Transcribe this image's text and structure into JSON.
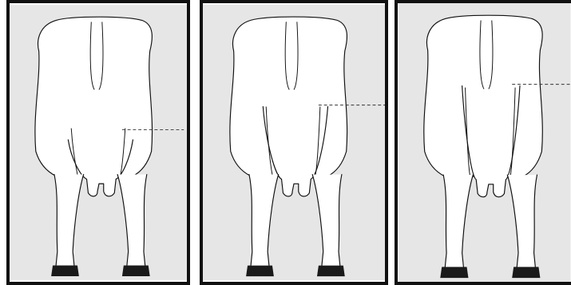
{
  "figure": {
    "background_color": "#e6e6e6",
    "frame_color": "#111111",
    "outline_color": "#111111",
    "body_fill": "#ffffff",
    "hoof_color": "#1a1a1a",
    "marker_color": "#333333"
  },
  "panels": [
    {
      "id": "panel-1",
      "udder_attachment_level": "low"
    },
    {
      "id": "panel-2",
      "udder_attachment_level": "medium"
    },
    {
      "id": "panel-3",
      "udder_attachment_level": "high"
    }
  ]
}
